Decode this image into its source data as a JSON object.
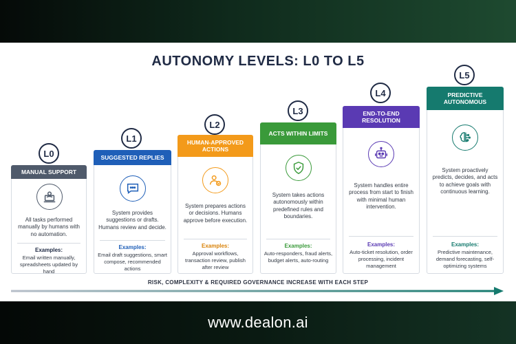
{
  "title": "AUTONOMY LEVELS: L0 TO L5",
  "footer": {
    "url": "www.dealon.ai"
  },
  "caption": "RISK, COMPLEXITY & REQUIRED GOVERNANCE INCREASE WITH EACH STEP",
  "colors": {
    "L0": "#4f5a6b",
    "L1": "#1f5fb8",
    "L2": "#f39a1a",
    "L3": "#3a9a3a",
    "L4": "#5a3ab3",
    "L5": "#157a6e",
    "arrow_start": "#9aa3b2",
    "arrow_end": "#157a6e"
  },
  "levels": [
    {
      "badge": "L0",
      "header": "MANUAL SUPPORT",
      "icon": "laptop-user-icon",
      "desc": "All tasks performed manually by humans with no automation.",
      "examples_label": "Examples:",
      "examples": "Email written manually, spreadsheets updated by hand"
    },
    {
      "badge": "L1",
      "header": "SUGGESTED REPLIES",
      "icon": "chat-bubble-icon",
      "desc": "System provides suggestions or drafts. Humans review and decide.",
      "examples_label": "Examples:",
      "examples": "Email draft suggestions, smart compose, recommended actions"
    },
    {
      "badge": "L2",
      "header": "HUMAN-APPROVED ACTIONS",
      "icon": "user-check-icon",
      "desc": "System prepares actions or decisions. Humans approve before execution.",
      "examples_label": "Examples:",
      "examples": "Approval workflows, transaction review, publish after review"
    },
    {
      "badge": "L3",
      "header": "ACTS WITHIN LIMITS",
      "icon": "shield-check-icon",
      "desc": "System takes actions autonomously within predefined rules and boundaries.",
      "examples_label": "Examples:",
      "examples": "Auto-responders, fraud alerts, budget alerts, auto-routing"
    },
    {
      "badge": "L4",
      "header": "END-TO-END RESOLUTION",
      "icon": "robot-icon",
      "desc": "System handles entire process from start to finish with minimal human intervention.",
      "examples_label": "Examples:",
      "examples": "Auto-ticket resolution, order processing, incident management"
    },
    {
      "badge": "L5",
      "header": "PREDICTIVE AUTONOMOUS",
      "icon": "brain-circuit-icon",
      "desc": "System proactively predicts, decides, and acts to achieve goals with continuous learning.",
      "examples_label": "Examples:",
      "examples": "Predictive maintenance, demand forecasting, self-optimizing systems"
    }
  ]
}
